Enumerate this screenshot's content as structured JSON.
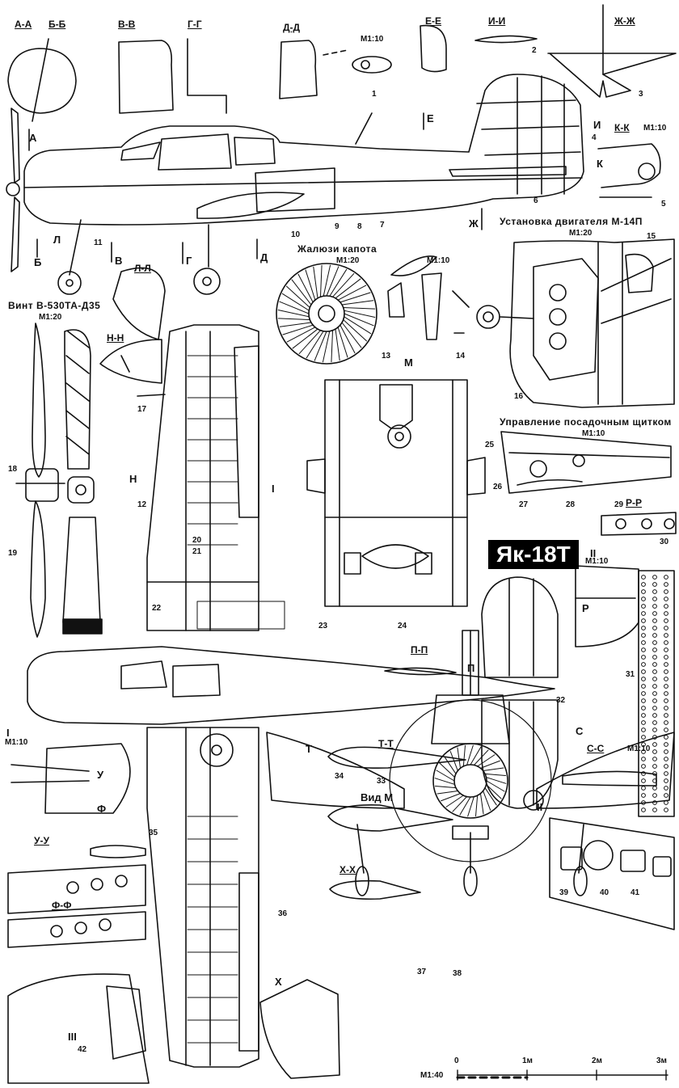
{
  "sections": [
    "А-А",
    "Б-Б",
    "В-В",
    "Г-Г",
    "Д-Д",
    "Е-Е",
    "И-И",
    "Ж-Ж",
    "К-К",
    "Л-Л",
    "Н-Н",
    "П-П",
    "Т-Т",
    "Х-Х",
    "С-С",
    "Р-Р",
    "У-У",
    "Ф-Ф"
  ],
  "scales": {
    "m1_10": "М1:10",
    "m1_20": "М1:20",
    "m1_40": "М1:40",
    "kk": "М1:10",
    "cc": "М1:10"
  },
  "titles": {
    "engine": "Установка двигателя М-14П",
    "cowl": "Жалюзи капота",
    "prop": "Винт В-530ТА-Д35",
    "flap": "Управление посадочным щитком",
    "view_m": "Вид М"
  },
  "badge": "Як-18Т",
  "scale_bar": {
    "ticks": [
      "0",
      "1м",
      "2м",
      "3м"
    ]
  },
  "markers": {
    "a": "А",
    "b": "Б",
    "v": "В",
    "g": "Г",
    "d": "Д",
    "e": "Е",
    "i": "И",
    "zh": "Ж",
    "k": "К",
    "l": "Л",
    "n": "Н",
    "m": "М",
    "p": "П",
    "t": "Т",
    "s": "С",
    "r": "Р",
    "u": "У",
    "f": "Ф",
    "x": "Х",
    "roman1": "I",
    "roman2": "II",
    "roman3": "III",
    "roman1_10": "М1:10"
  },
  "callouts": [
    "1",
    "2",
    "3",
    "4",
    "5",
    "6",
    "7",
    "8",
    "9",
    "10",
    "11",
    "12",
    "13",
    "14",
    "15",
    "16",
    "17",
    "18",
    "19",
    "20",
    "21",
    "22",
    "23",
    "24",
    "25",
    "26",
    "27",
    "28",
    "29",
    "30",
    "31",
    "32",
    "33",
    "34",
    "35",
    "36",
    "37",
    "38",
    "39",
    "40",
    "41",
    "42"
  ]
}
